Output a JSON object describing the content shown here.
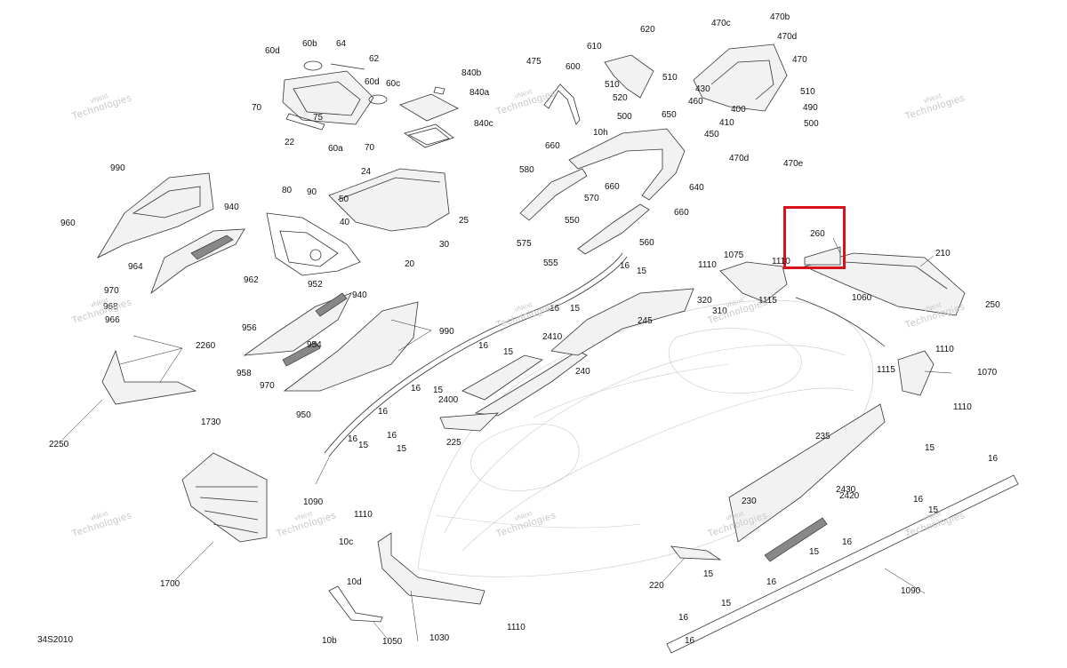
{
  "diagram_code": "34S2010",
  "watermark": {
    "line1": "vNext",
    "line2": "Technologies"
  },
  "highlighted_part": "260",
  "parts": [
    "60d",
    "60b",
    "64",
    "62",
    "60d",
    "60c",
    "70",
    "75",
    "22",
    "60a",
    "70",
    "840b",
    "840a",
    "840c",
    "24",
    "80",
    "90",
    "50",
    "40",
    "25",
    "30",
    "20",
    "990",
    "940",
    "960",
    "964",
    "962",
    "970",
    "968",
    "966",
    "2260",
    "2250",
    "952",
    "940",
    "956",
    "954",
    "958",
    "970",
    "950",
    "990",
    "475",
    "610",
    "620",
    "600",
    "510",
    "520",
    "500",
    "510",
    "650",
    "10h",
    "660",
    "580",
    "570",
    "660",
    "640",
    "660",
    "550",
    "560",
    "575",
    "555",
    "470c",
    "470b",
    "470d",
    "470",
    "430",
    "460",
    "400",
    "410",
    "450",
    "510",
    "490",
    "500",
    "470d",
    "470e",
    "260",
    "210",
    "250",
    "1110",
    "1075",
    "1110",
    "320",
    "1115",
    "310",
    "1060",
    "1110",
    "1115",
    "1070",
    "1110",
    "16",
    "15",
    "16",
    "15",
    "245",
    "16",
    "15",
    "2410",
    "240",
    "16",
    "15",
    "2400",
    "16",
    "16",
    "15",
    "225",
    "16",
    "15",
    "1730",
    "1700",
    "1090",
    "1110",
    "10c",
    "10d",
    "10b",
    "1050",
    "1030",
    "1110",
    "235",
    "15",
    "16",
    "16",
    "15",
    "230",
    "2430",
    "2420",
    "16",
    "15",
    "220",
    "15",
    "16",
    "16",
    "15",
    "16",
    "1090"
  ]
}
